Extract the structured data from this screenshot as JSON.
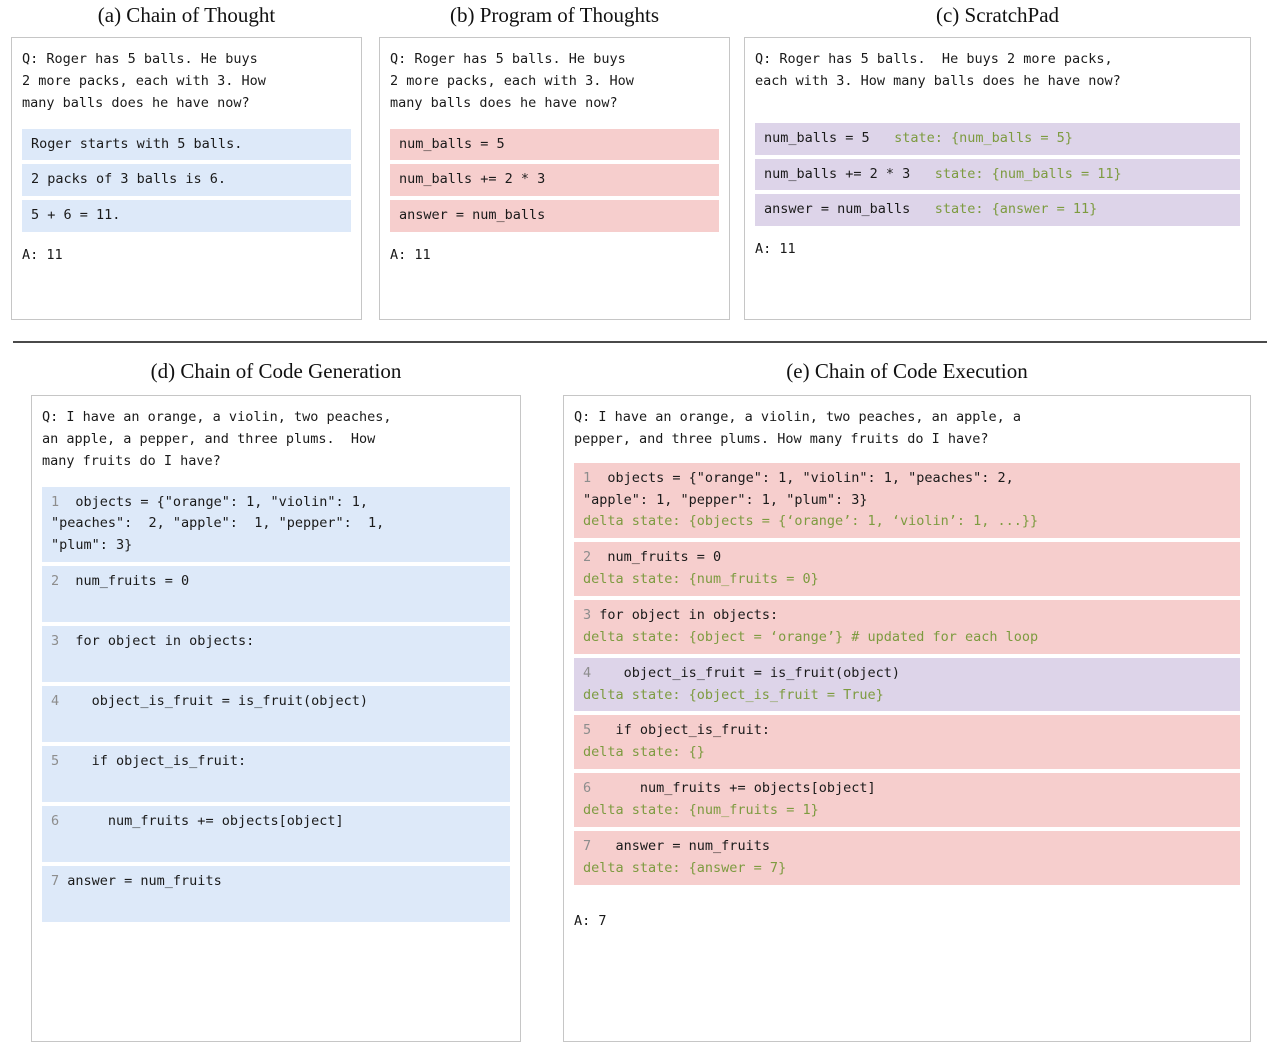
{
  "figure": {
    "divider_color": "#4a4a4a",
    "colors": {
      "blue_highlight": "#dde9f9",
      "pink_highlight": "#f6cecd",
      "purple_highlight": "#ddd4e9",
      "state_green": "#7d9b40",
      "lineno_gray": "#8d8d8d",
      "panel_border": "#c6c6c6"
    }
  },
  "panel_a": {
    "title": "(a) Chain of Thought",
    "question": "Q: Roger has 5 balls. He buys\n2 more packs, each with 3. How\nmany balls does he have now?",
    "steps": [
      "Roger starts with 5 balls.",
      "2 packs of 3 balls is 6.",
      "5 + 6 = 11."
    ],
    "answer": "A: 11"
  },
  "panel_b": {
    "title": "(b) Program of Thoughts",
    "question": "Q: Roger has 5 balls. He buys\n2 more packs, each with 3. How\nmany balls does he have now?",
    "steps": [
      "num_balls = 5",
      "num_balls += 2 * 3",
      "answer = num_balls"
    ],
    "answer": "A: 11"
  },
  "panel_c": {
    "title": "(c) ScratchPad",
    "question": "Q: Roger has 5 balls.  He buys 2 more packs,\neach with 3. How many balls does he have now?",
    "steps": [
      {
        "code": "num_balls = 5",
        "state": "state: {num_balls = 5}"
      },
      {
        "code": "num_balls += 2 * 3",
        "state": "state: {num_balls = 11}"
      },
      {
        "code": "answer = num_balls",
        "state": "state: {answer = 11}"
      }
    ],
    "answer": "A: 11"
  },
  "panel_d": {
    "title": "(d) Chain of Code Generation",
    "question": "Q: I have an orange, a violin, two peaches,\nan apple, a pepper, and three plums.  How\nmany fruits do I have?",
    "lines": [
      {
        "no": "1",
        "code": "  objects = {\"orange\": 1, \"violin\": 1,\n\"peaches\":  2, \"apple\":  1, \"pepper\":  1,\n\"plum\": 3}"
      },
      {
        "no": "2",
        "code": "  num_fruits = 0"
      },
      {
        "no": "3",
        "code": "  for object in objects:"
      },
      {
        "no": "4",
        "code": "    object_is_fruit = is_fruit(object)"
      },
      {
        "no": "5",
        "code": "    if object_is_fruit:"
      },
      {
        "no": "6",
        "code": "      num_fruits += objects[object]"
      },
      {
        "no": "7",
        "code": " answer = num_fruits"
      }
    ]
  },
  "panel_e": {
    "title": "(e) Chain of Code Execution",
    "question": "Q: I have an orange, a violin, two peaches, an apple, a\npepper, and three plums. How many fruits do I have?",
    "lines": [
      {
        "no": "1",
        "code": "  objects = {\"orange\": 1, \"violin\": 1, \"peaches\": 2,\n\"apple\": 1, \"pepper\": 1, \"plum\": 3}",
        "state": "delta state: {objects = {‘orange’: 1, ‘violin’: 1, ...}}",
        "color": "pink"
      },
      {
        "no": "2",
        "code": "  num_fruits = 0",
        "state": "delta state: {num_fruits = 0}",
        "color": "pink"
      },
      {
        "no": "3",
        "code": " for object in objects:",
        "state": "delta state: {object = ‘orange’} # updated for each loop",
        "color": "pink"
      },
      {
        "no": "4",
        "code": "    object_is_fruit = is_fruit(object)",
        "state": "delta state: {object_is_fruit = True}",
        "color": "purple"
      },
      {
        "no": "5",
        "code": "   if object_is_fruit:",
        "state": "delta state: {}",
        "color": "pink"
      },
      {
        "no": "6",
        "code": "      num_fruits += objects[object]",
        "state": "delta state: {num_fruits = 1}",
        "color": "pink"
      },
      {
        "no": "7",
        "code": "   answer = num_fruits",
        "state": "delta state: {answer = 7}",
        "color": "pink"
      }
    ],
    "answer": "A: 7"
  }
}
